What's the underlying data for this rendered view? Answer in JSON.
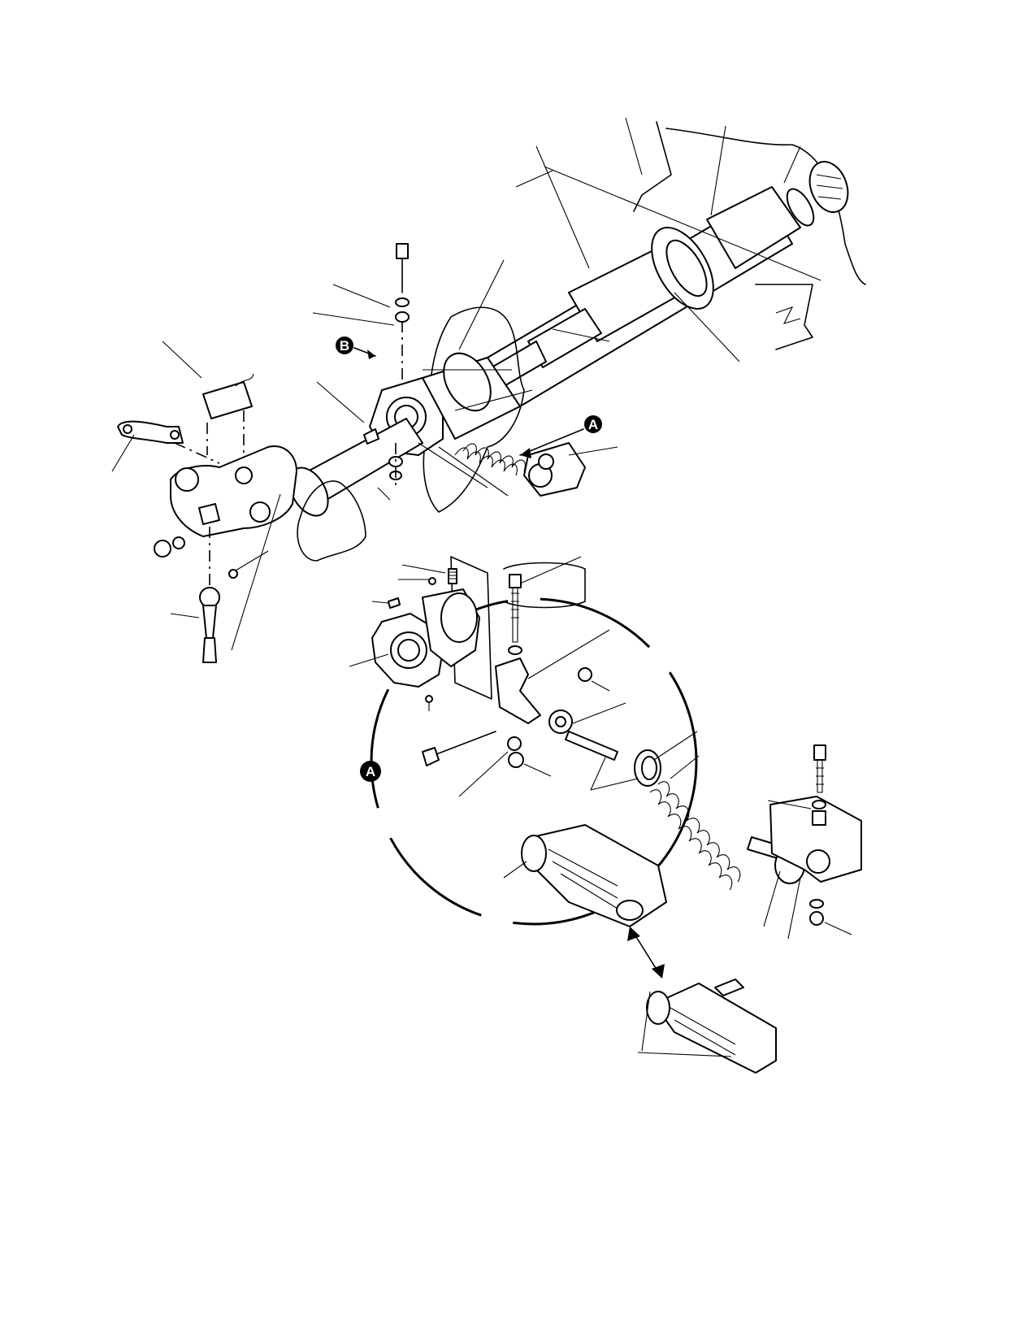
{
  "callouts": {
    "a_main": "A",
    "b_main": "B",
    "a_detail": "A"
  },
  "colors": {
    "ink": "#000000",
    "paper": "#ffffff"
  }
}
